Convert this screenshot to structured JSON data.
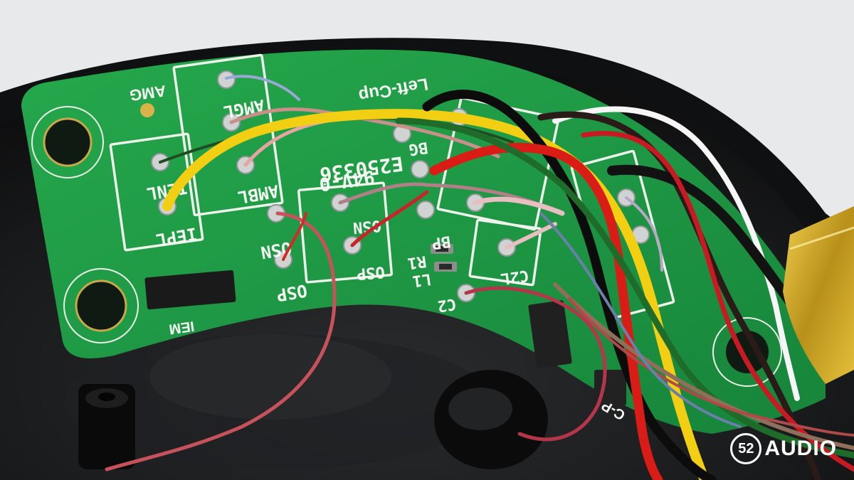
{
  "board": {
    "labels": {
      "amg": "AMG",
      "left_cup": "Left-Cup",
      "amgl": "AMGL",
      "ambl": "AMBL",
      "ienl": "IENL",
      "iepl": "IEPL",
      "osn_left": "OSN",
      "osp_left": "OSP",
      "osn_box": "OSN",
      "osp_box": "OSP",
      "rating": "94V-0",
      "ul_number": "E250336",
      "bg": "BG",
      "bp": "BP",
      "r1": "R1",
      "l1": "L1",
      "c2": "C2",
      "c2l": "C2L",
      "iem": "IEM",
      "c_p": "C-P"
    }
  },
  "watermark": {
    "number": "52",
    "text": "AUDIO"
  },
  "colors": {
    "pcb": "#1f9a45",
    "housing": "#161718",
    "wire_black": "#0e0e0e",
    "wire_yellow": "#f2cf12",
    "wire_red": "#d91c16",
    "wire_white": "#f4f4f4",
    "wire_green": "#1f6b2a",
    "gold_tape": "#c9a21a"
  }
}
